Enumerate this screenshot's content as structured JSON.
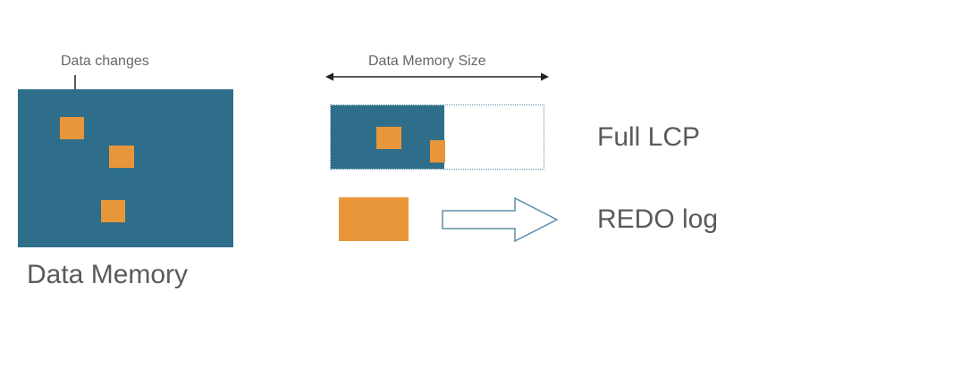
{
  "data_memory": {
    "changes_label": "Data changes",
    "title": "Data Memory"
  },
  "size": {
    "label": "Data Memory Size"
  },
  "lcp": {
    "label": "Full LCP"
  },
  "redo": {
    "label": "REDO log"
  },
  "colors": {
    "memory": "#2f6e8a",
    "change": "#e7963a",
    "arrow_outline": "#5d8ea4"
  }
}
